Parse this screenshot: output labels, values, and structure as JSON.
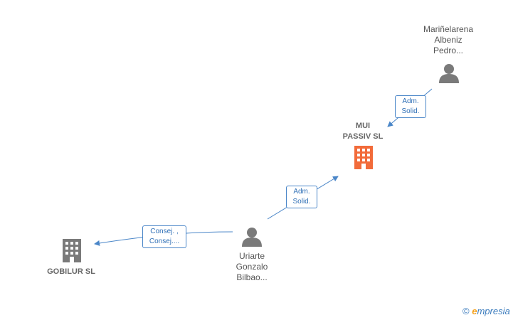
{
  "nodes": {
    "mui": {
      "lines": [
        "MUI",
        "PASSIV  SL"
      ],
      "icon": "building-icon",
      "color": "#f26b3a"
    },
    "gobilur": {
      "lines": [
        "GOBILUR SL"
      ],
      "icon": "building-icon",
      "color": "#7a7a7a"
    },
    "marinelarena": {
      "lines": [
        "Mariñelarena",
        "Albeniz",
        "Pedro..."
      ],
      "icon": "person-icon",
      "color": "#7a7a7a"
    },
    "uriarte": {
      "lines": [
        "Uriarte",
        "Gonzalo",
        "Bilbao..."
      ],
      "icon": "person-icon",
      "color": "#7a7a7a"
    }
  },
  "edges": {
    "marinelarena_mui": {
      "lines": [
        "Adm.",
        "Solid."
      ]
    },
    "uriarte_mui": {
      "lines": [
        "Adm.",
        "Solid."
      ]
    },
    "uriarte_gobilur": {
      "lines": [
        "Consej. ,",
        "Consej...."
      ]
    }
  },
  "colors": {
    "edge": "#4a86c8",
    "accent": "#f26b3a"
  },
  "footer": {
    "copyright": "©",
    "brand_first": "e",
    "brand_rest": "mpresia"
  }
}
